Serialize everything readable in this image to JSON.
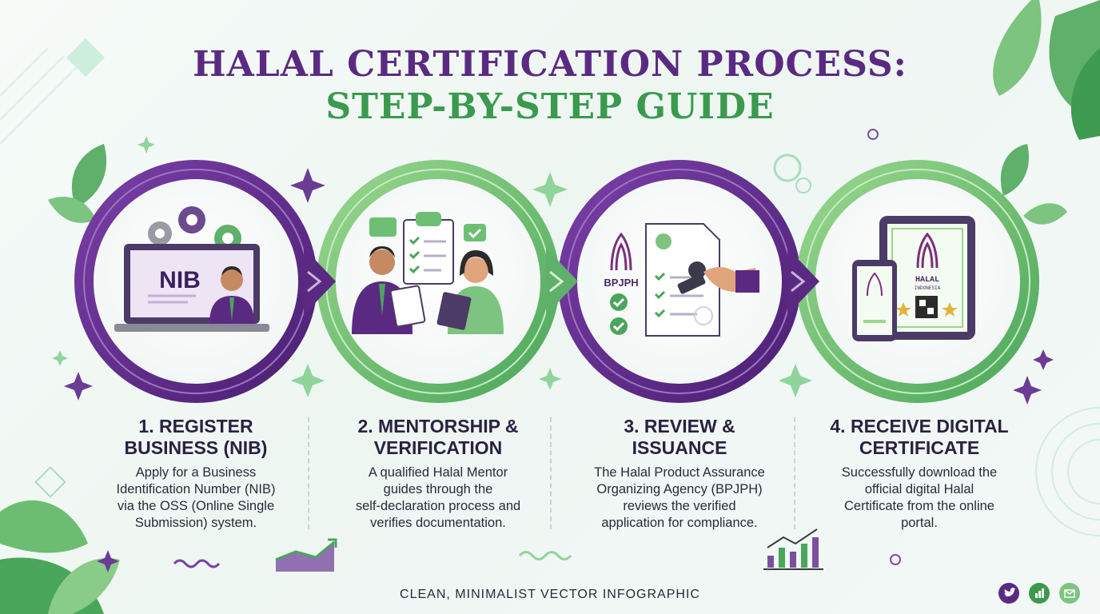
{
  "title": {
    "line1": "HALAL CERTIFICATION PROCESS:",
    "line2": "STEP-BY-STEP GUIDE"
  },
  "steps": [
    {
      "title_l1": "1. REGISTER",
      "title_l2": "BUSINESS (NIB)",
      "desc": [
        "Apply for a Business",
        "Identification Number (NIB)",
        "via the OSS (Online Single",
        "Submission) system."
      ],
      "illustration_label": "NIB"
    },
    {
      "title_l1": "2. MENTORSHIP &",
      "title_l2": "VERIFICATION",
      "desc": [
        "A qualified Halal Mentor",
        "guides through the",
        "self-declaration process and",
        "verifies documentation."
      ]
    },
    {
      "title_l1": "3. REVIEW &",
      "title_l2": "ISSUANCE",
      "desc": [
        "The Halal Product Assurance",
        "Organizing Agency (BPJPH)",
        "reviews the verified",
        "application for compliance."
      ],
      "illustration_label": "BPJPH"
    },
    {
      "title_l1": "4. RECEIVE DIGITAL",
      "title_l2": "CERTIFICATE",
      "desc": [
        "Successfully download the",
        "official digital Halal",
        "Certificate from the online",
        "portal."
      ],
      "illustration_label": "HALAL",
      "illustration_sub": "INDONESIA"
    }
  ],
  "footer": "CLEAN, MINIMALIST VECTOR INFOGRAPHIC",
  "social_icons": [
    "twitter-icon",
    "chart-icon",
    "mail-icon"
  ],
  "colors": {
    "purple": "#5a2a82",
    "green": "#3a9a4e",
    "light_green": "#7cc47f"
  }
}
